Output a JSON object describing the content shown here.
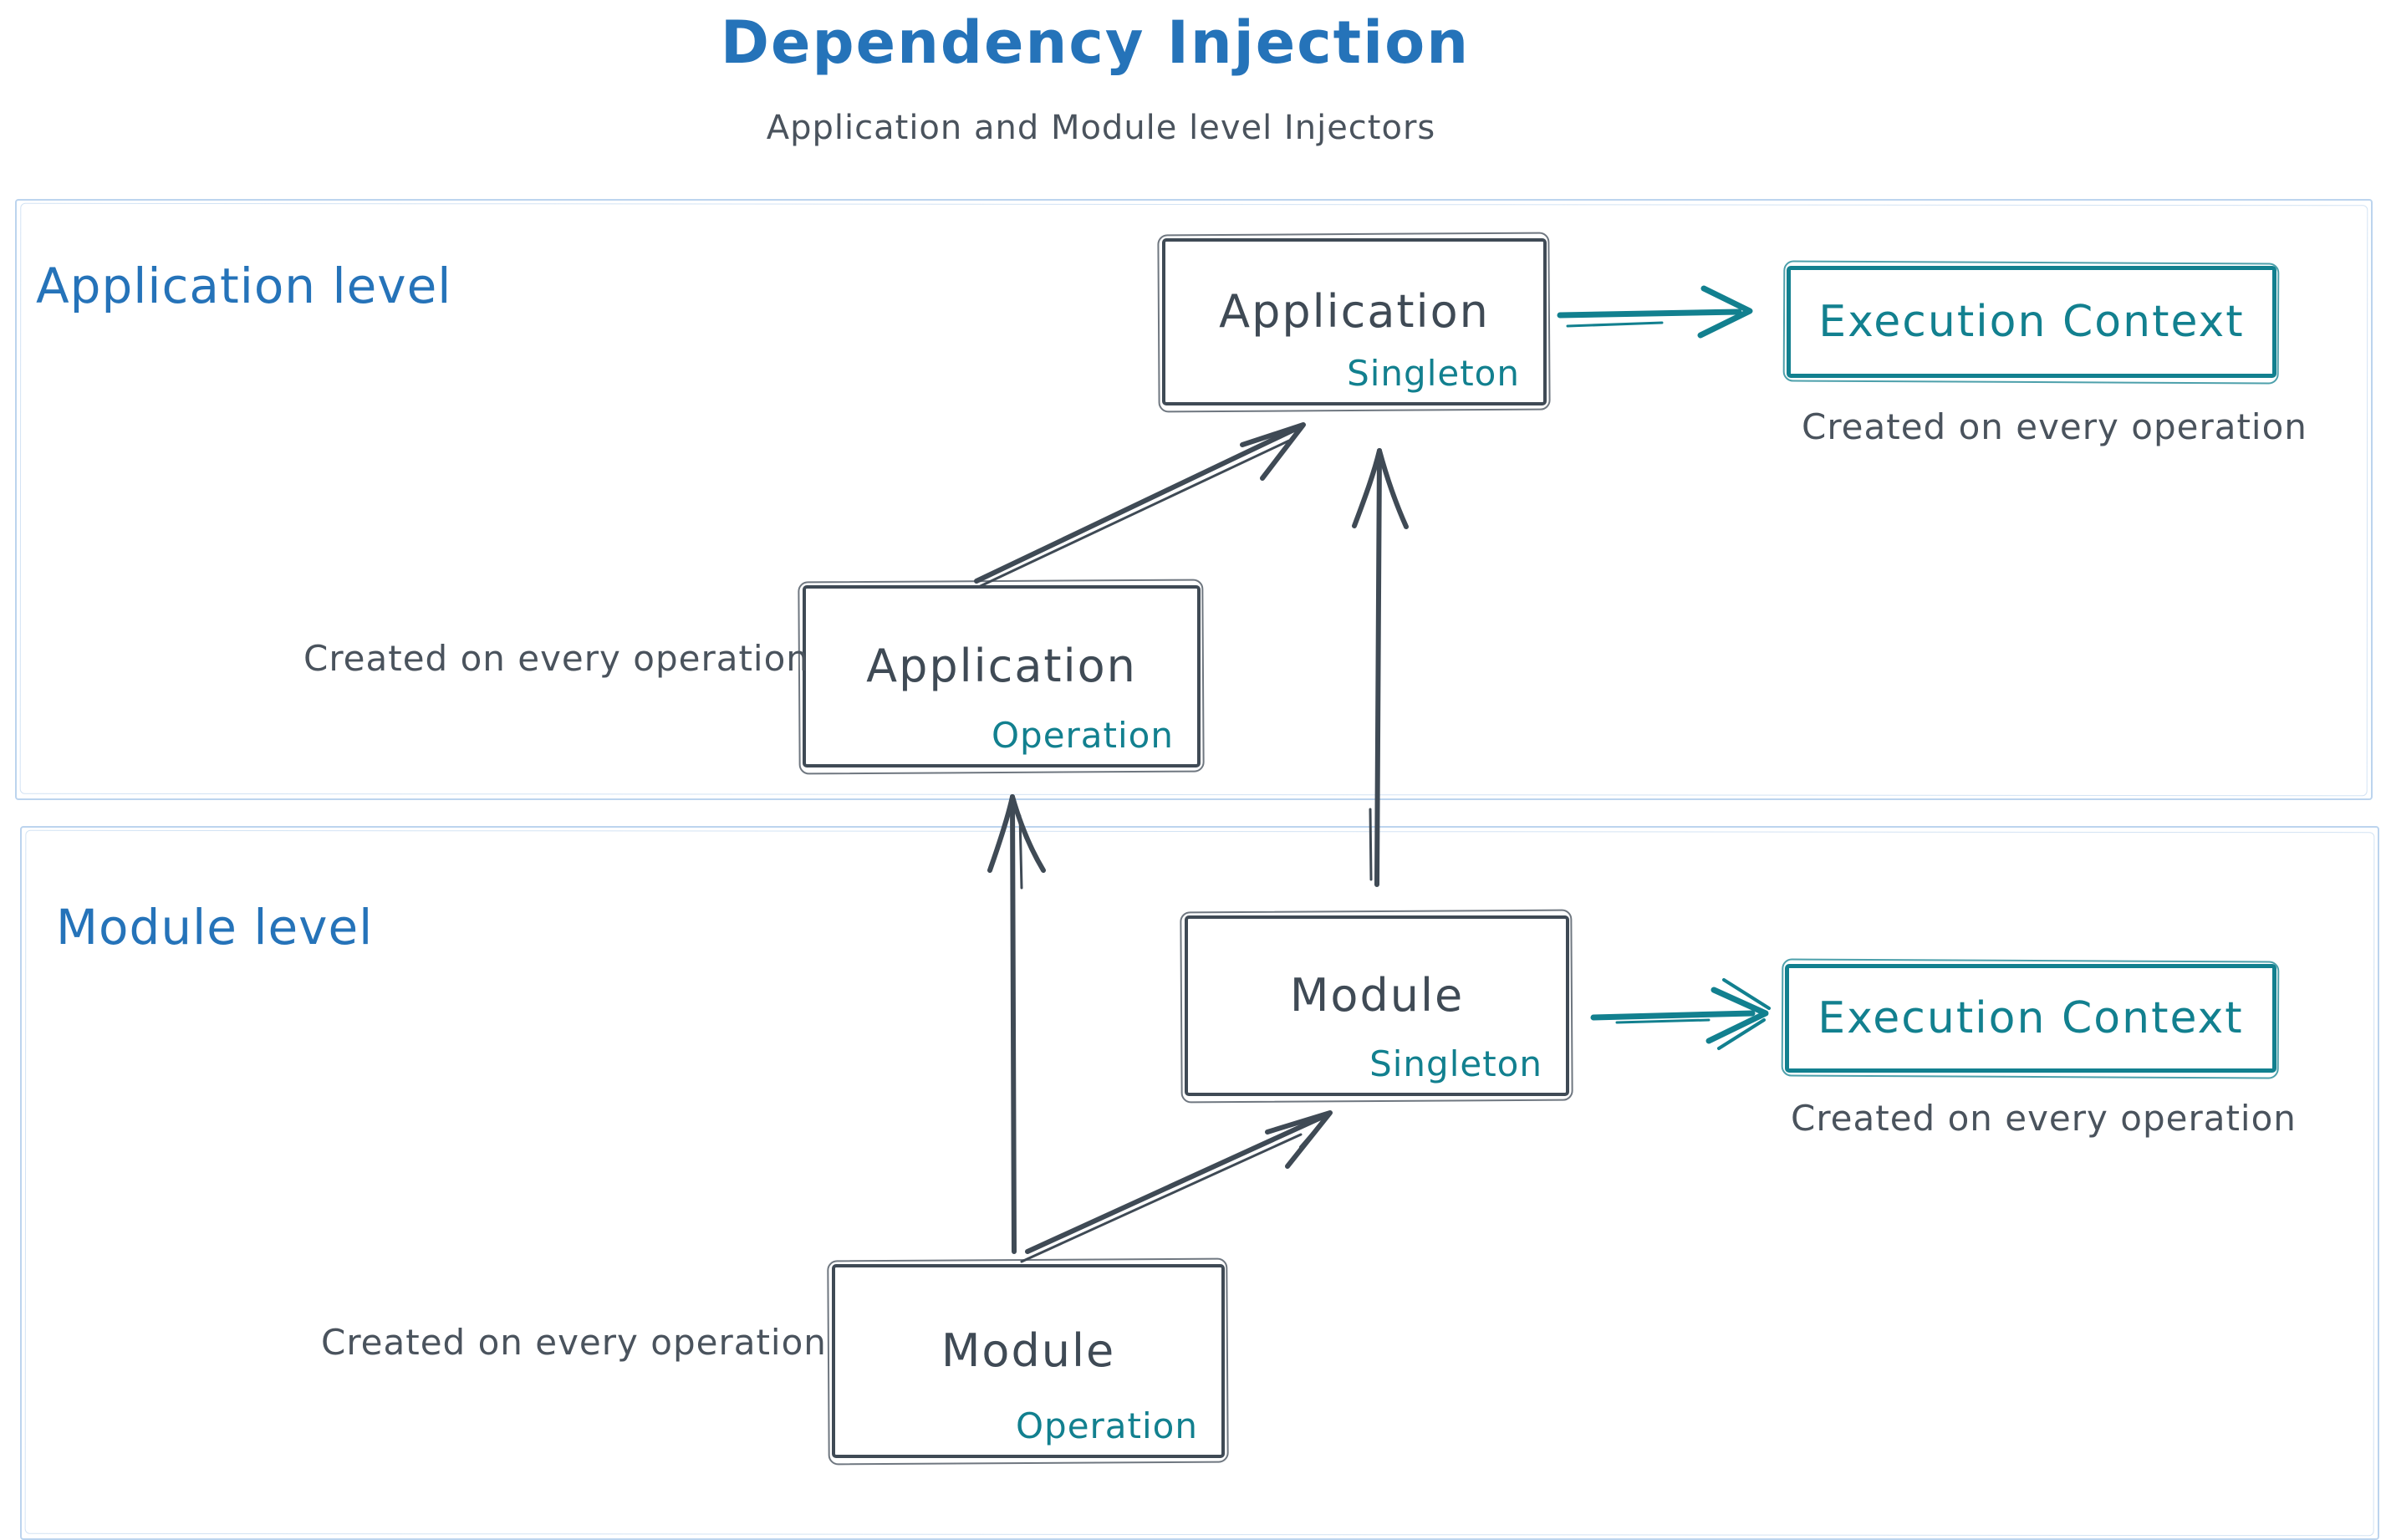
{
  "header": {
    "title": "Dependency Injection",
    "subtitle": "Application and Module level Injectors"
  },
  "colors": {
    "blue": "#2573b9",
    "ink": "#3f4a55",
    "teal": "#12808f",
    "container": "#bcd4ee",
    "caption": "#4a535d"
  },
  "sections": {
    "application": {
      "label": "Application level"
    },
    "module": {
      "label": "Module level"
    }
  },
  "nodes": {
    "app_singleton": {
      "name": "Application",
      "scope": "Singleton"
    },
    "app_operation": {
      "name": "Application",
      "scope": "Operation",
      "caption": "Created on every operation"
    },
    "app_execution_context": {
      "name": "Execution Context",
      "caption": "Created on every operation"
    },
    "module_singleton": {
      "name": "Module",
      "scope": "Singleton"
    },
    "module_operation": {
      "name": "Module",
      "scope": "Operation",
      "caption": "Created on every operation"
    },
    "module_execution_context": {
      "name": "Execution Context",
      "caption": "Created on every operation"
    }
  },
  "relations": [
    {
      "from": "app_operation",
      "to": "app_singleton"
    },
    {
      "from": "app_singleton",
      "to": "app_execution_context"
    },
    {
      "from": "module_operation",
      "to": "module_singleton"
    },
    {
      "from": "module_operation",
      "to": "app_operation"
    },
    {
      "from": "module_singleton",
      "to": "app_singleton"
    },
    {
      "from": "module_singleton",
      "to": "module_execution_context"
    }
  ]
}
